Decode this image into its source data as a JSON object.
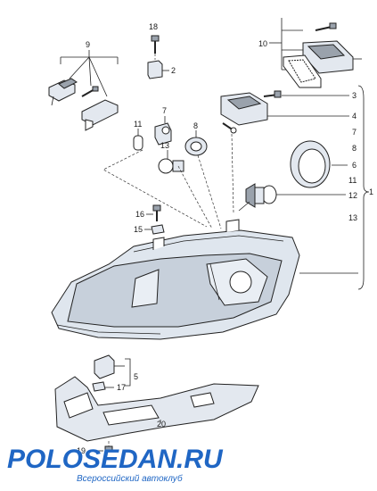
{
  "callouts": {
    "c1": "1",
    "c2": "2",
    "c3": "3",
    "c4": "4",
    "c5": "5",
    "c6": "6",
    "c7": "7",
    "c8": "8",
    "c8b": "8",
    "c9": "9",
    "c10": "10",
    "c11": "11",
    "c11b": "11",
    "c12": "12",
    "c13": "13",
    "c13b": "13",
    "c16": "16",
    "c15": "15",
    "c17": "17",
    "c18": "18",
    "c19": "19",
    "c20": "20"
  },
  "watermark": {
    "main": "POLOSEDAN.RU",
    "sub": "Всероссийский автоклуб"
  },
  "colors": {
    "logo": "#1f66c4",
    "headlamp_fill": "#dfe6ee"
  }
}
